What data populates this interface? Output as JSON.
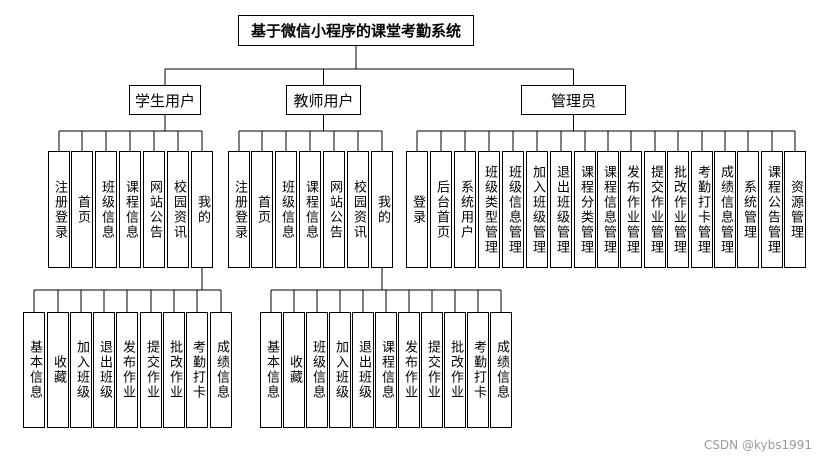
{
  "title": "基于微信小程序的课堂考勤系统",
  "groups": [
    {
      "name": "学生用户",
      "modules": [
        "注册登录",
        "首页",
        "班级信息",
        "课程信息",
        "网站公告",
        "校园资讯",
        "我的"
      ],
      "sub_modules": [
        "基本信息",
        "收藏",
        "加入班级",
        "退出班级",
        "发布作业",
        "提交作业",
        "批改作业",
        "考勤打卡",
        "成绩信息"
      ]
    },
    {
      "name": "教师用户",
      "modules": [
        "注册登录",
        "首页",
        "班级信息",
        "课程信息",
        "网站公告",
        "校园资讯",
        "我的"
      ],
      "sub_modules": [
        "基本信息",
        "收藏",
        "班级信息",
        "加入班级",
        "退出班级",
        "课程信息",
        "发布作业",
        "提交作业",
        "批改作业",
        "考勤打卡",
        "成绩信息"
      ]
    },
    {
      "name": "管理员",
      "modules": [
        "登录",
        "后台首页",
        "系统用户",
        "班级类型管理",
        "班级信息管理",
        "加入班级管理",
        "退出班级管理",
        "课程分类管理",
        "课程信息管理",
        "发布作业管理",
        "提交作业管理",
        "批改作业管理",
        "考勤打卡管理",
        "成绩信息管理",
        "系统管理",
        "课程公告管理",
        "资源管理"
      ]
    }
  ],
  "watermark": "CSDN @kybs1991"
}
